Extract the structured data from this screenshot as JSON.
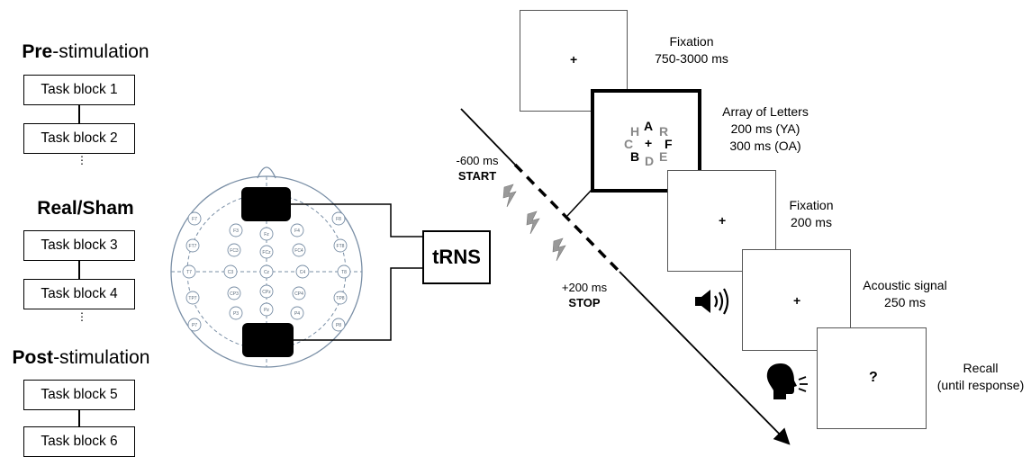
{
  "protocol": {
    "pre_bold": "Pre",
    "pre_rest": "-stimulation",
    "real_sham": "Real/Sham",
    "post_bold": "Post",
    "post_rest": "-stimulation",
    "blocks": [
      "Task block 1",
      "Task block 2",
      "Task block 3",
      "Task block 4",
      "Task block 5",
      "Task block 6"
    ],
    "ellipsis": "⋮"
  },
  "montage": {
    "device_label": "tRNS",
    "electrodes": [
      "F7",
      "F3",
      "Fz",
      "F4",
      "F8",
      "FT7",
      "FC3",
      "FCz",
      "FC4",
      "FT8",
      "T7",
      "C3",
      "Cz",
      "C4",
      "T8",
      "TP7",
      "CP3",
      "CPz",
      "CP4",
      "TP8",
      "P7",
      "P3",
      "Pz",
      "P4",
      "P8"
    ]
  },
  "timeline": {
    "start_time": "-600 ms",
    "start_label": "START",
    "stop_time": "+200 ms",
    "stop_label": "STOP"
  },
  "trial": {
    "fixation1_title": "Fixation",
    "fixation1_time": "750-3000 ms",
    "array_title": "Array of Letters",
    "array_time_ya": "200 ms (YA)",
    "array_time_oa": "300 ms (OA)",
    "fixation2_title": "Fixation",
    "fixation2_time": "200 ms",
    "acoustic_title": "Acoustic signal",
    "acoustic_time": "250 ms",
    "recall_title": "Recall",
    "recall_time": "(until response)",
    "cross": "+",
    "question": "?",
    "letters": [
      {
        "ch": "A",
        "color": "#000000"
      },
      {
        "ch": "H",
        "color": "#888888"
      },
      {
        "ch": "R",
        "color": "#888888"
      },
      {
        "ch": "C",
        "color": "#888888"
      },
      {
        "ch": "F",
        "color": "#000000"
      },
      {
        "ch": "B",
        "color": "#000000"
      },
      {
        "ch": "D",
        "color": "#888888"
      },
      {
        "ch": "E",
        "color": "#888888"
      }
    ]
  },
  "colors": {
    "head_outline": "#7a8fa6",
    "electrode": "#7a8fa6",
    "pad": "#000000",
    "gray_letter": "#888888",
    "bolt": "#999999"
  }
}
